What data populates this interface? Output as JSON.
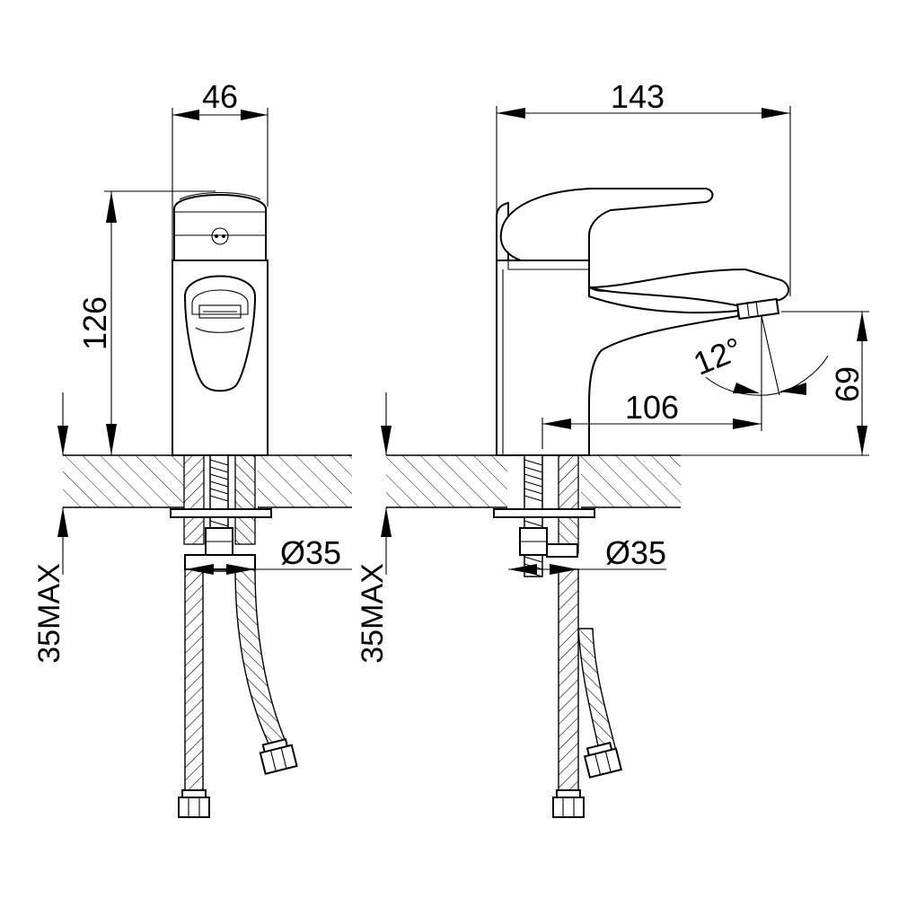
{
  "front_view": {
    "width_label": "46",
    "height_label": "126",
    "diameter_label": "Ø35",
    "max_label": "35MAX"
  },
  "side_view": {
    "length_label": "143",
    "reach_label": "106",
    "outlet_height_label": "69",
    "angle_label": "12°",
    "diameter_label": "Ø35",
    "max_label": "35MAX"
  }
}
